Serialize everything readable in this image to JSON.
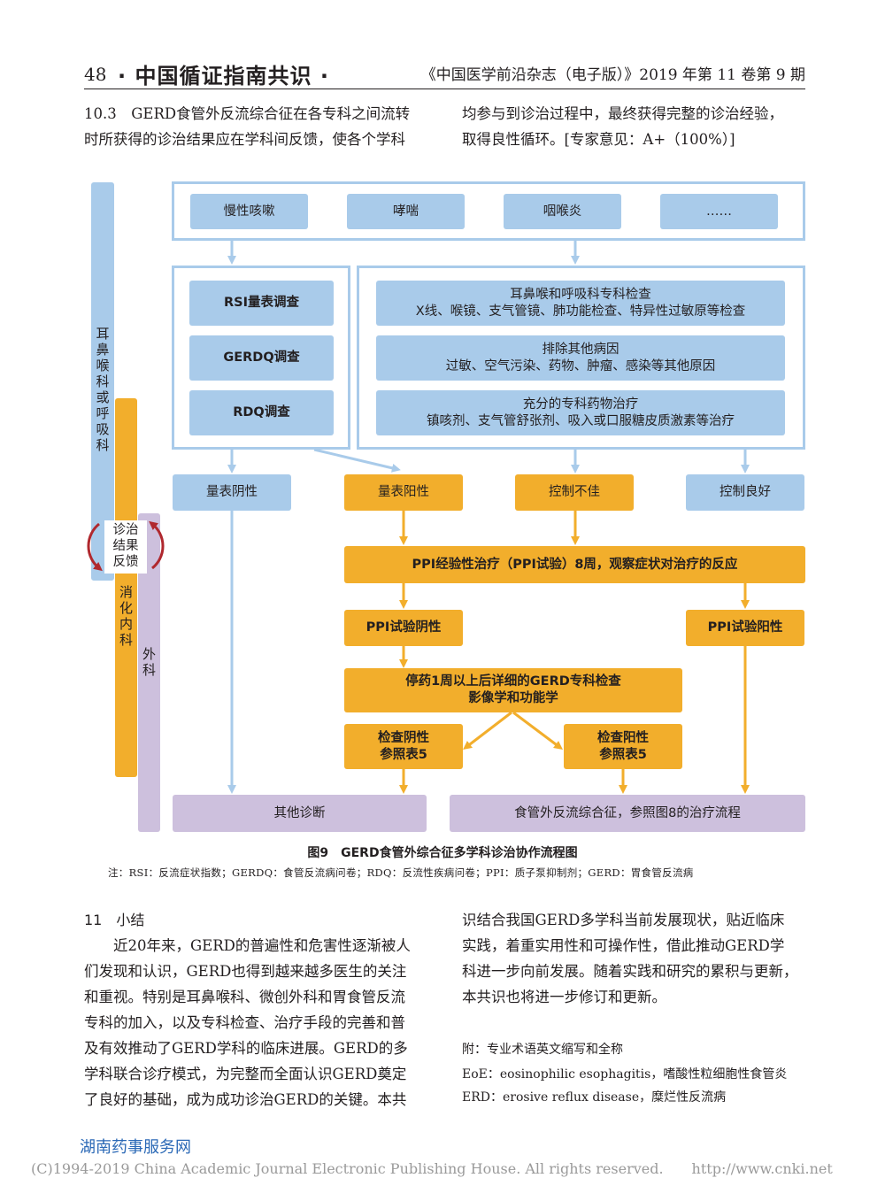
{
  "header": {
    "page_number": "48",
    "title": "· 中国循证指南共识 ·",
    "journal": "《中国医学前沿杂志（电子版）》2019 年第 11 卷第 9 期"
  },
  "intro": {
    "col1": [
      "10.3　GERD食管外反流综合征在各专科之间流转",
      "时所获得的诊治结果应在学科间反馈，使各个学科"
    ],
    "col2": [
      "均参与到诊治过程中，最终获得完整的诊治经验，",
      "取得良性循环。[专家意见：A+（100%）]"
    ]
  },
  "figure": {
    "side_labels": {
      "ent": "耳鼻喉科或呼吸科",
      "feedback": "诊治结果反馈",
      "gi": "消化内科",
      "surgery": "外科"
    },
    "symptoms": [
      "慢性咳嗽",
      "哮喘",
      "咽喉炎",
      "……"
    ],
    "questionnaires": [
      "RSI量表调查",
      "GERDQ调查",
      "RDQ调查"
    ],
    "specialty": [
      {
        "line1": "耳鼻喉和呼吸科专科检查",
        "line2": "X线、喉镜、支气管镜、肺功能检查、特异性过敏原等检查"
      },
      {
        "line1": "排除其他病因",
        "line2": "过敏、空气污染、药物、肿瘤、感染等其他原因"
      },
      {
        "line1": "充分的专科药物治疗",
        "line2": "镇咳剂、支气管舒张剂、吸入或口服糖皮质激素等治疗"
      }
    ],
    "results": [
      "量表阴性",
      "量表阳性",
      "控制不佳",
      "控制良好"
    ],
    "ppi_trial": "PPI经验性治疗（PPI试验）8周，观察症状对治疗的反应",
    "ppi_negative": "PPI试验阴性",
    "ppi_positive": "PPI试验阳性",
    "gerd_exam": {
      "line1": "停药1周以上后详细的GERD专科检查",
      "line2": "影像学和功能学"
    },
    "exam_negative": {
      "line1": "检查阴性",
      "line2": "参照表5"
    },
    "exam_positive": {
      "line1": "检查阳性",
      "line2": "参照表5"
    },
    "other_diagnosis": "其他诊断",
    "final": "食管外反流综合征，参照图8的治疗流程",
    "caption": "图9　GERD食管外综合征多学科诊治协作流程图",
    "note": "注：RSI：反流症状指数；GERDQ：食管反流病问卷；RDQ：反流性疾病问卷；PPI：质子泵抑制剂；GERD：胃食管反流病"
  },
  "summary": {
    "title": "11　小结",
    "col1": [
      "　　近20年来，GERD的普遍性和危害性逐渐被人",
      "们发现和认识，GERD也得到越来越多医生的关注",
      "和重视。特别是耳鼻喉科、微创外科和胃食管反流",
      "专科的加入，以及专科检查、治疗手段的完善和普",
      "及有效推动了GERD学科的临床进展。GERD的多",
      "学科联合诊疗模式，为完整而全面认识GERD奠定",
      "了良好的基础，成为成功诊治GERD的关键。本共"
    ],
    "col2": [
      "识结合我国GERD多学科当前发展现状，贴近临床",
      "实践，着重实用性和可操作性，借此推动GERD学",
      "科进一步向前发展。随着实践和研究的累积与更新，",
      "本共识也将进一步修订和更新。"
    ]
  },
  "appendix": {
    "title": "附：专业术语英文缩写和全称",
    "items": [
      "EoE：eosinophilic esophagitis，嗜酸性粒细胞性食管炎",
      "ERD：erosive reflux disease，糜烂性反流病"
    ]
  },
  "footer": {
    "watermark": "湖南药事服务网",
    "copyright": "(C)1994-2019 China Academic Journal Electronic Publishing House. All rights reserved.　　http://www.cnki.net"
  },
  "colors": {
    "blue": "#a9cbea",
    "orange": "#f2ae2c",
    "purple": "#cdc0dd",
    "feedback_arrow": "#b0282e"
  }
}
